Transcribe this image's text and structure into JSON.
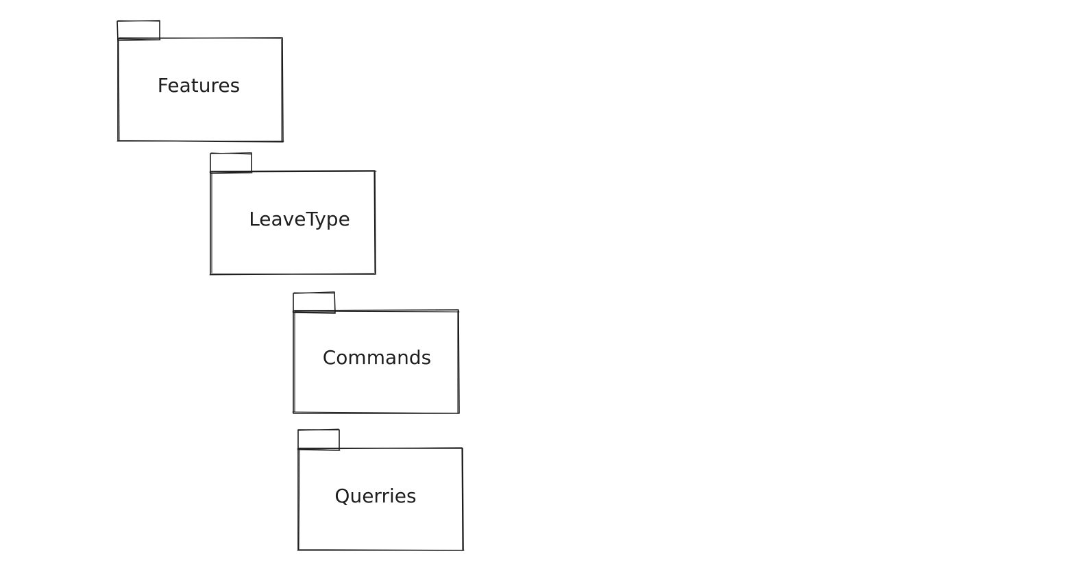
{
  "diagram": {
    "packages": [
      {
        "id": "features",
        "label": "Features"
      },
      {
        "id": "leavetype",
        "label": "LeaveType"
      },
      {
        "id": "commands",
        "label": "Commands"
      },
      {
        "id": "querries",
        "label": "Querries"
      }
    ]
  },
  "colors": {
    "background": "#ffffff",
    "stroke": "#1e1e1e"
  }
}
